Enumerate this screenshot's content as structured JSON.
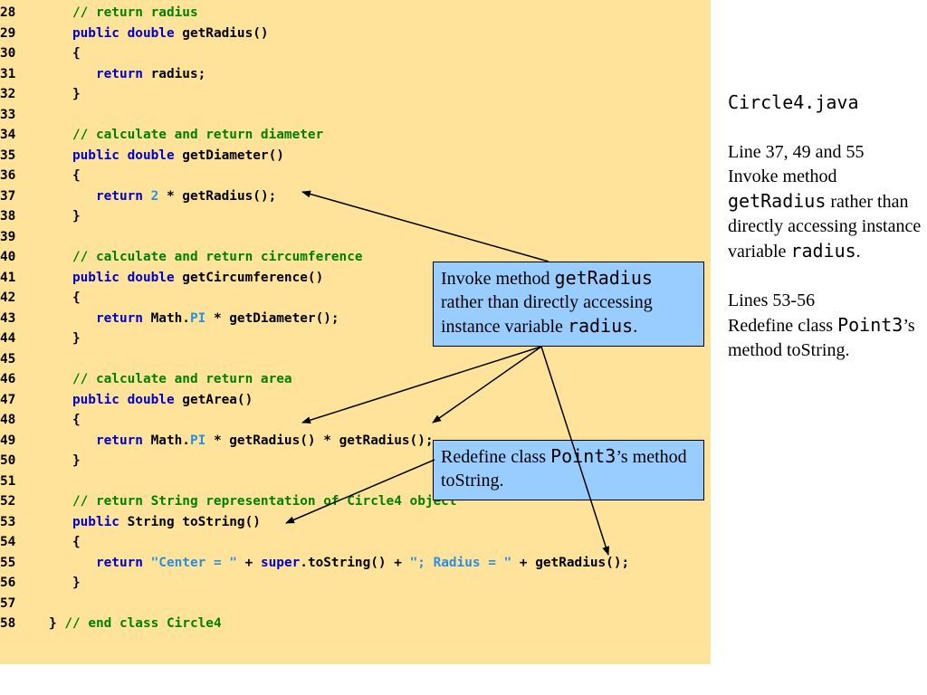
{
  "code": {
    "lines": [
      {
        "num": "28",
        "tokens": [
          {
            "t": "      ",
            "c": "plain"
          },
          {
            "t": "// return radius",
            "c": "comment"
          }
        ]
      },
      {
        "num": "29",
        "tokens": [
          {
            "t": "      ",
            "c": "plain"
          },
          {
            "t": "public double",
            "c": "keyword"
          },
          {
            "t": " getRadius()",
            "c": "plain"
          }
        ]
      },
      {
        "num": "30",
        "tokens": [
          {
            "t": "      {",
            "c": "plain"
          }
        ]
      },
      {
        "num": "31",
        "tokens": [
          {
            "t": "         ",
            "c": "plain"
          },
          {
            "t": "return",
            "c": "keyword"
          },
          {
            "t": " radius;",
            "c": "plain"
          }
        ]
      },
      {
        "num": "32",
        "tokens": [
          {
            "t": "      }",
            "c": "plain"
          }
        ]
      },
      {
        "num": "33",
        "tokens": []
      },
      {
        "num": "34",
        "tokens": [
          {
            "t": "      ",
            "c": "plain"
          },
          {
            "t": "// calculate and return diameter",
            "c": "comment"
          }
        ]
      },
      {
        "num": "35",
        "tokens": [
          {
            "t": "      ",
            "c": "plain"
          },
          {
            "t": "public double",
            "c": "keyword"
          },
          {
            "t": " getDiameter()",
            "c": "plain"
          }
        ]
      },
      {
        "num": "36",
        "tokens": [
          {
            "t": "      {",
            "c": "plain"
          }
        ]
      },
      {
        "num": "37",
        "tokens": [
          {
            "t": "         ",
            "c": "plain"
          },
          {
            "t": "return",
            "c": "keyword"
          },
          {
            "t": " ",
            "c": "plain"
          },
          {
            "t": "2",
            "c": "number"
          },
          {
            "t": " * getRadius();",
            "c": "plain"
          }
        ]
      },
      {
        "num": "38",
        "tokens": [
          {
            "t": "      }",
            "c": "plain"
          }
        ]
      },
      {
        "num": "39",
        "tokens": []
      },
      {
        "num": "40",
        "tokens": [
          {
            "t": "      ",
            "c": "plain"
          },
          {
            "t": "// calculate and return circumference",
            "c": "comment"
          }
        ]
      },
      {
        "num": "41",
        "tokens": [
          {
            "t": "      ",
            "c": "plain"
          },
          {
            "t": "public double",
            "c": "keyword"
          },
          {
            "t": " getCircumference()",
            "c": "plain"
          }
        ]
      },
      {
        "num": "42",
        "tokens": [
          {
            "t": "      {",
            "c": "plain"
          }
        ]
      },
      {
        "num": "43",
        "tokens": [
          {
            "t": "         ",
            "c": "plain"
          },
          {
            "t": "return",
            "c": "keyword"
          },
          {
            "t": " Math.",
            "c": "plain"
          },
          {
            "t": "PI",
            "c": "const"
          },
          {
            "t": " * getDiameter();",
            "c": "plain"
          }
        ]
      },
      {
        "num": "44",
        "tokens": [
          {
            "t": "      }",
            "c": "plain"
          }
        ]
      },
      {
        "num": "45",
        "tokens": []
      },
      {
        "num": "46",
        "tokens": [
          {
            "t": "      ",
            "c": "plain"
          },
          {
            "t": "// calculate and return area",
            "c": "comment"
          }
        ]
      },
      {
        "num": "47",
        "tokens": [
          {
            "t": "      ",
            "c": "plain"
          },
          {
            "t": "public double",
            "c": "keyword"
          },
          {
            "t": " getArea()",
            "c": "plain"
          }
        ]
      },
      {
        "num": "48",
        "tokens": [
          {
            "t": "      {",
            "c": "plain"
          }
        ]
      },
      {
        "num": "49",
        "tokens": [
          {
            "t": "         ",
            "c": "plain"
          },
          {
            "t": "return",
            "c": "keyword"
          },
          {
            "t": " Math.",
            "c": "plain"
          },
          {
            "t": "PI",
            "c": "const"
          },
          {
            "t": " * getRadius() * getRadius();",
            "c": "plain"
          }
        ]
      },
      {
        "num": "50",
        "tokens": [
          {
            "t": "      }",
            "c": "plain"
          }
        ]
      },
      {
        "num": "51",
        "tokens": []
      },
      {
        "num": "52",
        "tokens": [
          {
            "t": "      ",
            "c": "plain"
          },
          {
            "t": "// return String representation of Circle4 object",
            "c": "comment"
          }
        ]
      },
      {
        "num": "53",
        "tokens": [
          {
            "t": "      ",
            "c": "plain"
          },
          {
            "t": "public",
            "c": "keyword"
          },
          {
            "t": " String toString()",
            "c": "plain"
          }
        ]
      },
      {
        "num": "54",
        "tokens": [
          {
            "t": "      {",
            "c": "plain"
          }
        ]
      },
      {
        "num": "55",
        "tokens": [
          {
            "t": "         ",
            "c": "plain"
          },
          {
            "t": "return",
            "c": "keyword"
          },
          {
            "t": " ",
            "c": "plain"
          },
          {
            "t": "\"Center = \"",
            "c": "string"
          },
          {
            "t": " + ",
            "c": "plain"
          },
          {
            "t": "super",
            "c": "keyword"
          },
          {
            "t": ".toString() + ",
            "c": "plain"
          },
          {
            "t": "\"; Radius = \"",
            "c": "string"
          },
          {
            "t": " + getRadius();",
            "c": "plain"
          }
        ]
      },
      {
        "num": "56",
        "tokens": [
          {
            "t": "      }",
            "c": "plain"
          }
        ]
      },
      {
        "num": "57",
        "tokens": []
      },
      {
        "num": "58",
        "tokens": [
          {
            "t": "   } ",
            "c": "plain"
          },
          {
            "t": "// end class Circle4",
            "c": "comment"
          }
        ]
      }
    ]
  },
  "callouts": {
    "getradius": {
      "pre": "Invoke method ",
      "code1": "getRadius",
      "mid": " rather than directly accessing instance variable ",
      "code2": "radius",
      "post": "."
    },
    "tostring": {
      "pre": "Redefine class ",
      "code1": "Point3",
      "post": "’s method toString."
    }
  },
  "side_notes": {
    "file_title": "Circle4.java",
    "note1": {
      "line_ref": "Line 37, 49 and 55",
      "pre": "Invoke method ",
      "code1": "getRadius",
      "mid": " rather than directly accessing instance variable ",
      "code2": "radius",
      "post": "."
    },
    "note2": {
      "line_ref": "Lines 53-56",
      "pre": "Redefine class ",
      "code1": "Point3",
      "post": "’s method toString."
    }
  },
  "colors": {
    "code_background": "#FFE39B",
    "callout_background": "#99CCFF",
    "keyword": "#0000cc",
    "comment": "#008000",
    "literal": "#2a8fe0"
  }
}
